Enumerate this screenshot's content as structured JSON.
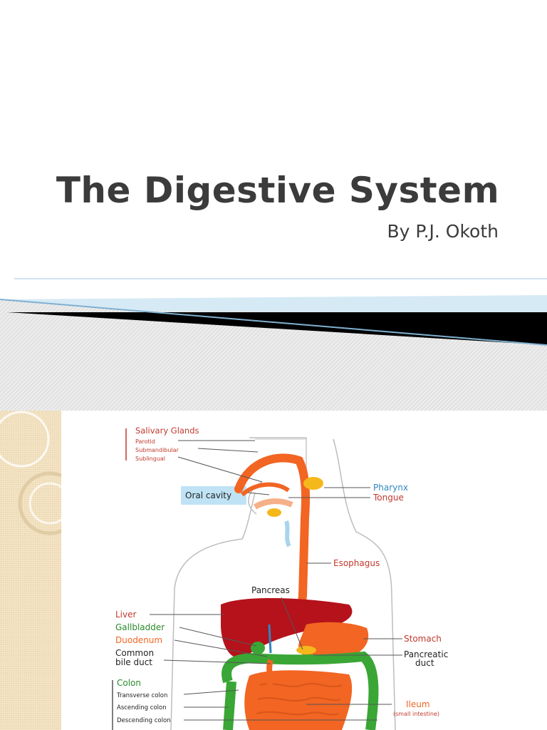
{
  "title_slide": {
    "title": "The Digestive System",
    "subtitle": "By P.J. Okoth"
  },
  "diagram": {
    "salivary_glands": "Salivary Glands",
    "parotid": "Parotid",
    "submandibular": "Submandibular",
    "sublingual": "Sublingual",
    "oral_cavity": "Oral cavity",
    "pharynx": "Pharynx",
    "tongue": "Tongue",
    "esophagus": "Esophagus",
    "pancreas": "Pancreas",
    "liver": "Liver",
    "gallbladder": "Gallbladder",
    "duodenum": "Duodenum",
    "common": "Common",
    "bile_duct": "bile duct",
    "stomach": "Stomach",
    "pancreatic": "Pancreatic",
    "duct": "duct",
    "colon": "Colon",
    "transverse_colon": "Transverse colon",
    "ascending_colon": "Ascending colon",
    "descending_colon": "Descending colon",
    "ileum": "Ileum",
    "small_intestine": "(small intestine)"
  },
  "colors": {
    "title_text": "#3b3b3b",
    "accent_blue": "#5b9bd5",
    "label_red": "#c0392b",
    "label_blue": "#2e86c1",
    "esophagus_orange": "#f26522",
    "liver_red": "#b5121b",
    "intestine_green": "#3aa635",
    "sidebar_tan": "#f3e3c3"
  }
}
